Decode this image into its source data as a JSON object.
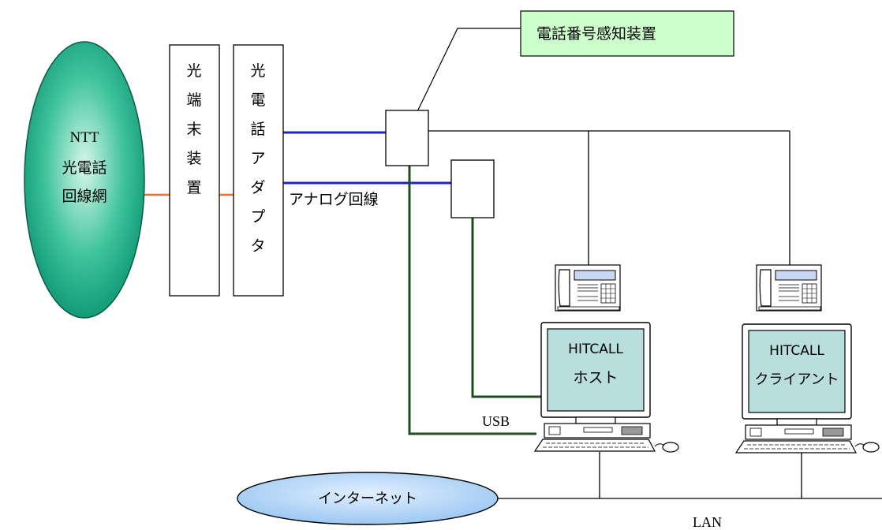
{
  "network": {
    "line1": "NTT",
    "line2": "光電話",
    "line3": "回線網"
  },
  "optical_terminal": [
    "光",
    "端",
    "末",
    "装",
    "置"
  ],
  "phone_adapter": [
    "光",
    "電",
    "話",
    "ア",
    "ダ",
    "プ",
    "タ"
  ],
  "detector_label": "電話番号感知装置",
  "analog_label": "アナログ回線",
  "host": {
    "line1": "HITCALL",
    "line2": "ホスト"
  },
  "client": {
    "line1": "HITCALL",
    "line2": "クライアント"
  },
  "usb_label": "USB",
  "internet_label": "インターネット",
  "lan_label": "LAN",
  "colors": {
    "ellipse_fill": "#19b08a",
    "callout_fill": "#ccffcc",
    "line_blue": "#1f1fd9",
    "line_orange": "#f07020",
    "line_green": "#1e4d1e",
    "screen_fill": "#b8dede",
    "cloud_fill": "#b7d7f7"
  }
}
